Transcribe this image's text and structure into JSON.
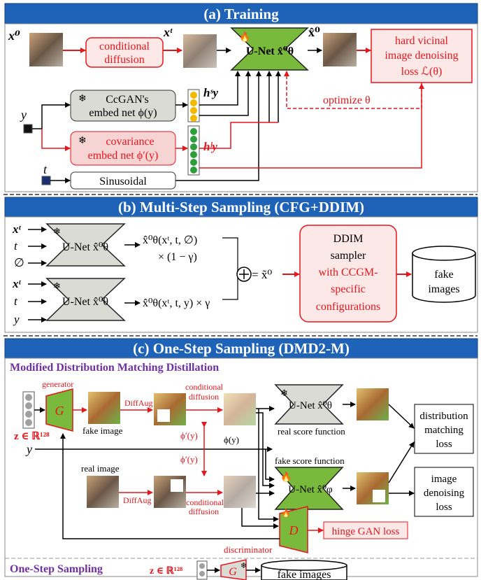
{
  "panel_a": {
    "header": "(a) Training",
    "x0": "x⁰",
    "xt": "xᵗ",
    "xhat0": "x̂⁰",
    "conditional_diffusion_1": "conditional",
    "conditional_diffusion_2": "diffusion",
    "unet": "U-Net x̂⁰θ",
    "loss_1": "hard vicinal",
    "loss_2": "image denoising",
    "loss_3": "loss ℒ(θ)",
    "optimize": "optimize θ",
    "y": "y",
    "t": "t",
    "ccgan_1": "CcGAN's",
    "ccgan_2": "embed net ϕ(y)",
    "cov_1": "covariance",
    "cov_2": "embed net ϕ′(y)",
    "sinusoidal": "Sinusoidal",
    "h_s": "hˢy",
    "h_l": "hˡy",
    "snowflake": "❄"
  },
  "panel_b": {
    "header": "(b) Multi-Step Sampling (CFG+DDIM)",
    "in1": [
      "xᵗ",
      "t",
      "∅"
    ],
    "in2": [
      "xᵗ",
      "t",
      "y"
    ],
    "unet": "U-Net x̂⁰θ",
    "out1_1": "x̂⁰θ(xᵗ, t, ∅)",
    "out1_2": "× (1 − γ)",
    "out2": "x̂⁰θ(xᵗ, t, y) × γ",
    "eq": "= x̃⁰",
    "ddim_1": "DDIM",
    "ddim_2": "sampler",
    "ddim_3": "with CCGM-",
    "ddim_4": "specific",
    "ddim_5": "configurations",
    "fake_1": "fake",
    "fake_2": "images"
  },
  "panel_c": {
    "header": "(c) One-Step Sampling (DMD2-M)",
    "subtitle": "Modified Distribution Matching Distillation",
    "generator_label": "generator",
    "G": "G",
    "z": "z ∈ ℝ¹²⁸",
    "y": "y",
    "fake_image": "fake image",
    "real_image": "real image",
    "diffaug": "DiffAug",
    "cond_diff_1": "conditional",
    "cond_diff_2": "diffusion",
    "phi_prime": "ϕ′(y)",
    "phi": "ϕ(y)",
    "unet_theta": "U-Net x̂⁰θ",
    "unet_phi": "U-Net x̂⁰φ",
    "real_score": "real score function",
    "fake_score": "fake score function",
    "dist_1": "distribution",
    "dist_2": "matching",
    "dist_3": "loss",
    "den_1": "image",
    "den_2": "denoising",
    "den_3": "loss",
    "D": "D",
    "discriminator": "discriminator",
    "hinge": "hinge GAN loss",
    "one_step": "One-Step Sampling",
    "fake_images_1": "fake images"
  },
  "colors": {
    "header_blue": "#1e63b8",
    "red": "#e8151b",
    "green": "#79b93c",
    "gray_box": "#d9dbd4",
    "purple": "#7030a0",
    "orange_dot": "#f5b800",
    "green_dot": "#2e9e3c",
    "pink_fill": "#fde8e8"
  }
}
